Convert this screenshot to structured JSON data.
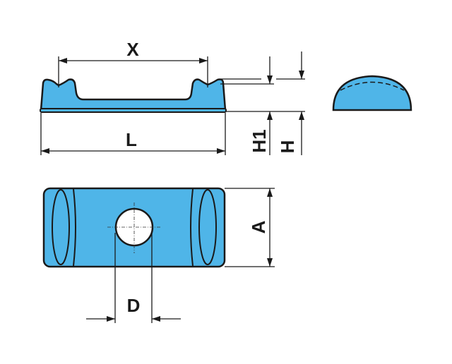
{
  "colors": {
    "part_fill": "#4fb5e8",
    "line": "#1a1a1a"
  },
  "labels": {
    "x": "X",
    "l": "L",
    "h1": "H1",
    "h": "H",
    "a": "A",
    "d": "D"
  }
}
